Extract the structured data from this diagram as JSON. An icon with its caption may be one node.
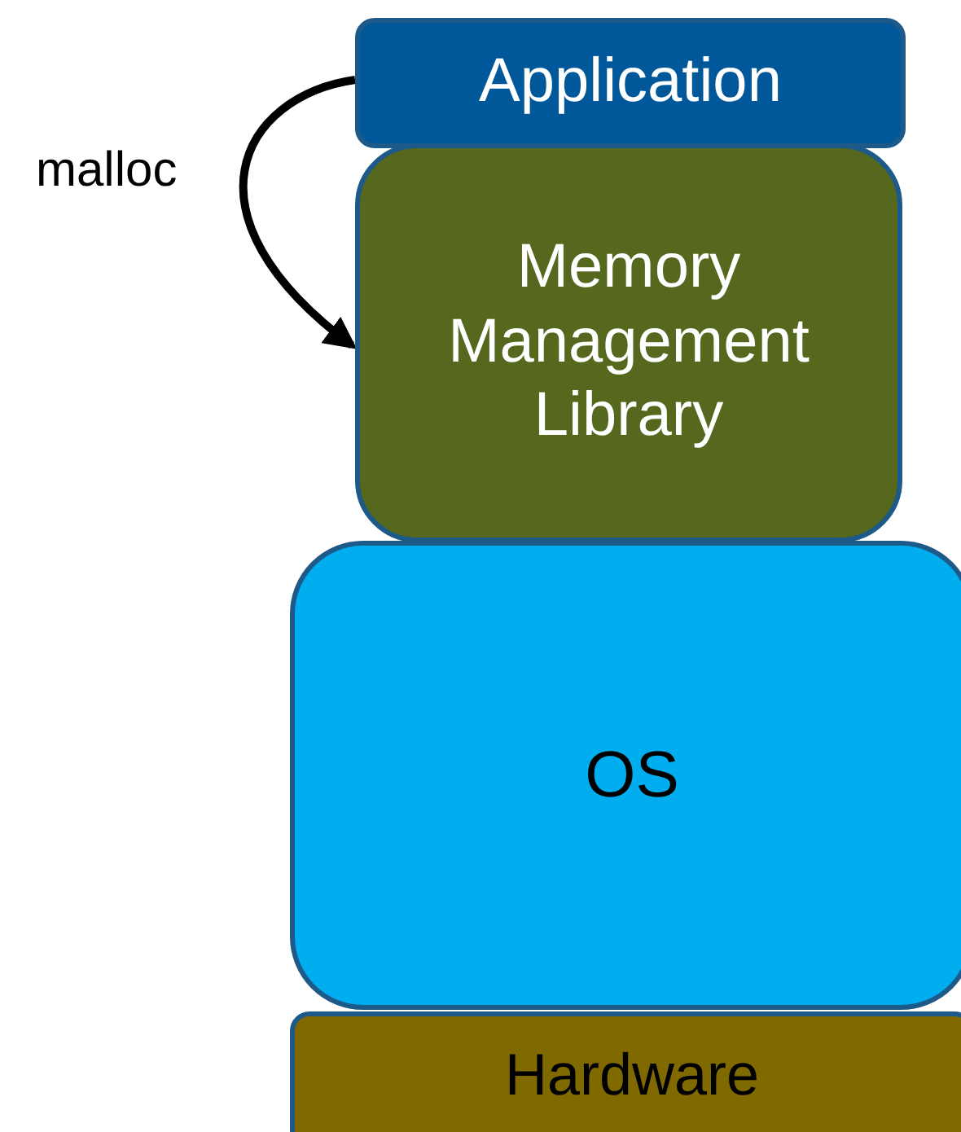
{
  "diagram": {
    "nodes": [
      {
        "text": [
          "Application"
        ]
      },
      {
        "text": [
          "Memory Management Library"
        ]
      },
      {
        "text": [
          "OS"
        ]
      },
      {
        "text": [
          "Hardware"
        ]
      }
    ],
    "edges": [
      {
        "from": 0,
        "to": 1,
        "arrow": "to",
        "label": "malloc"
      }
    ]
  }
}
